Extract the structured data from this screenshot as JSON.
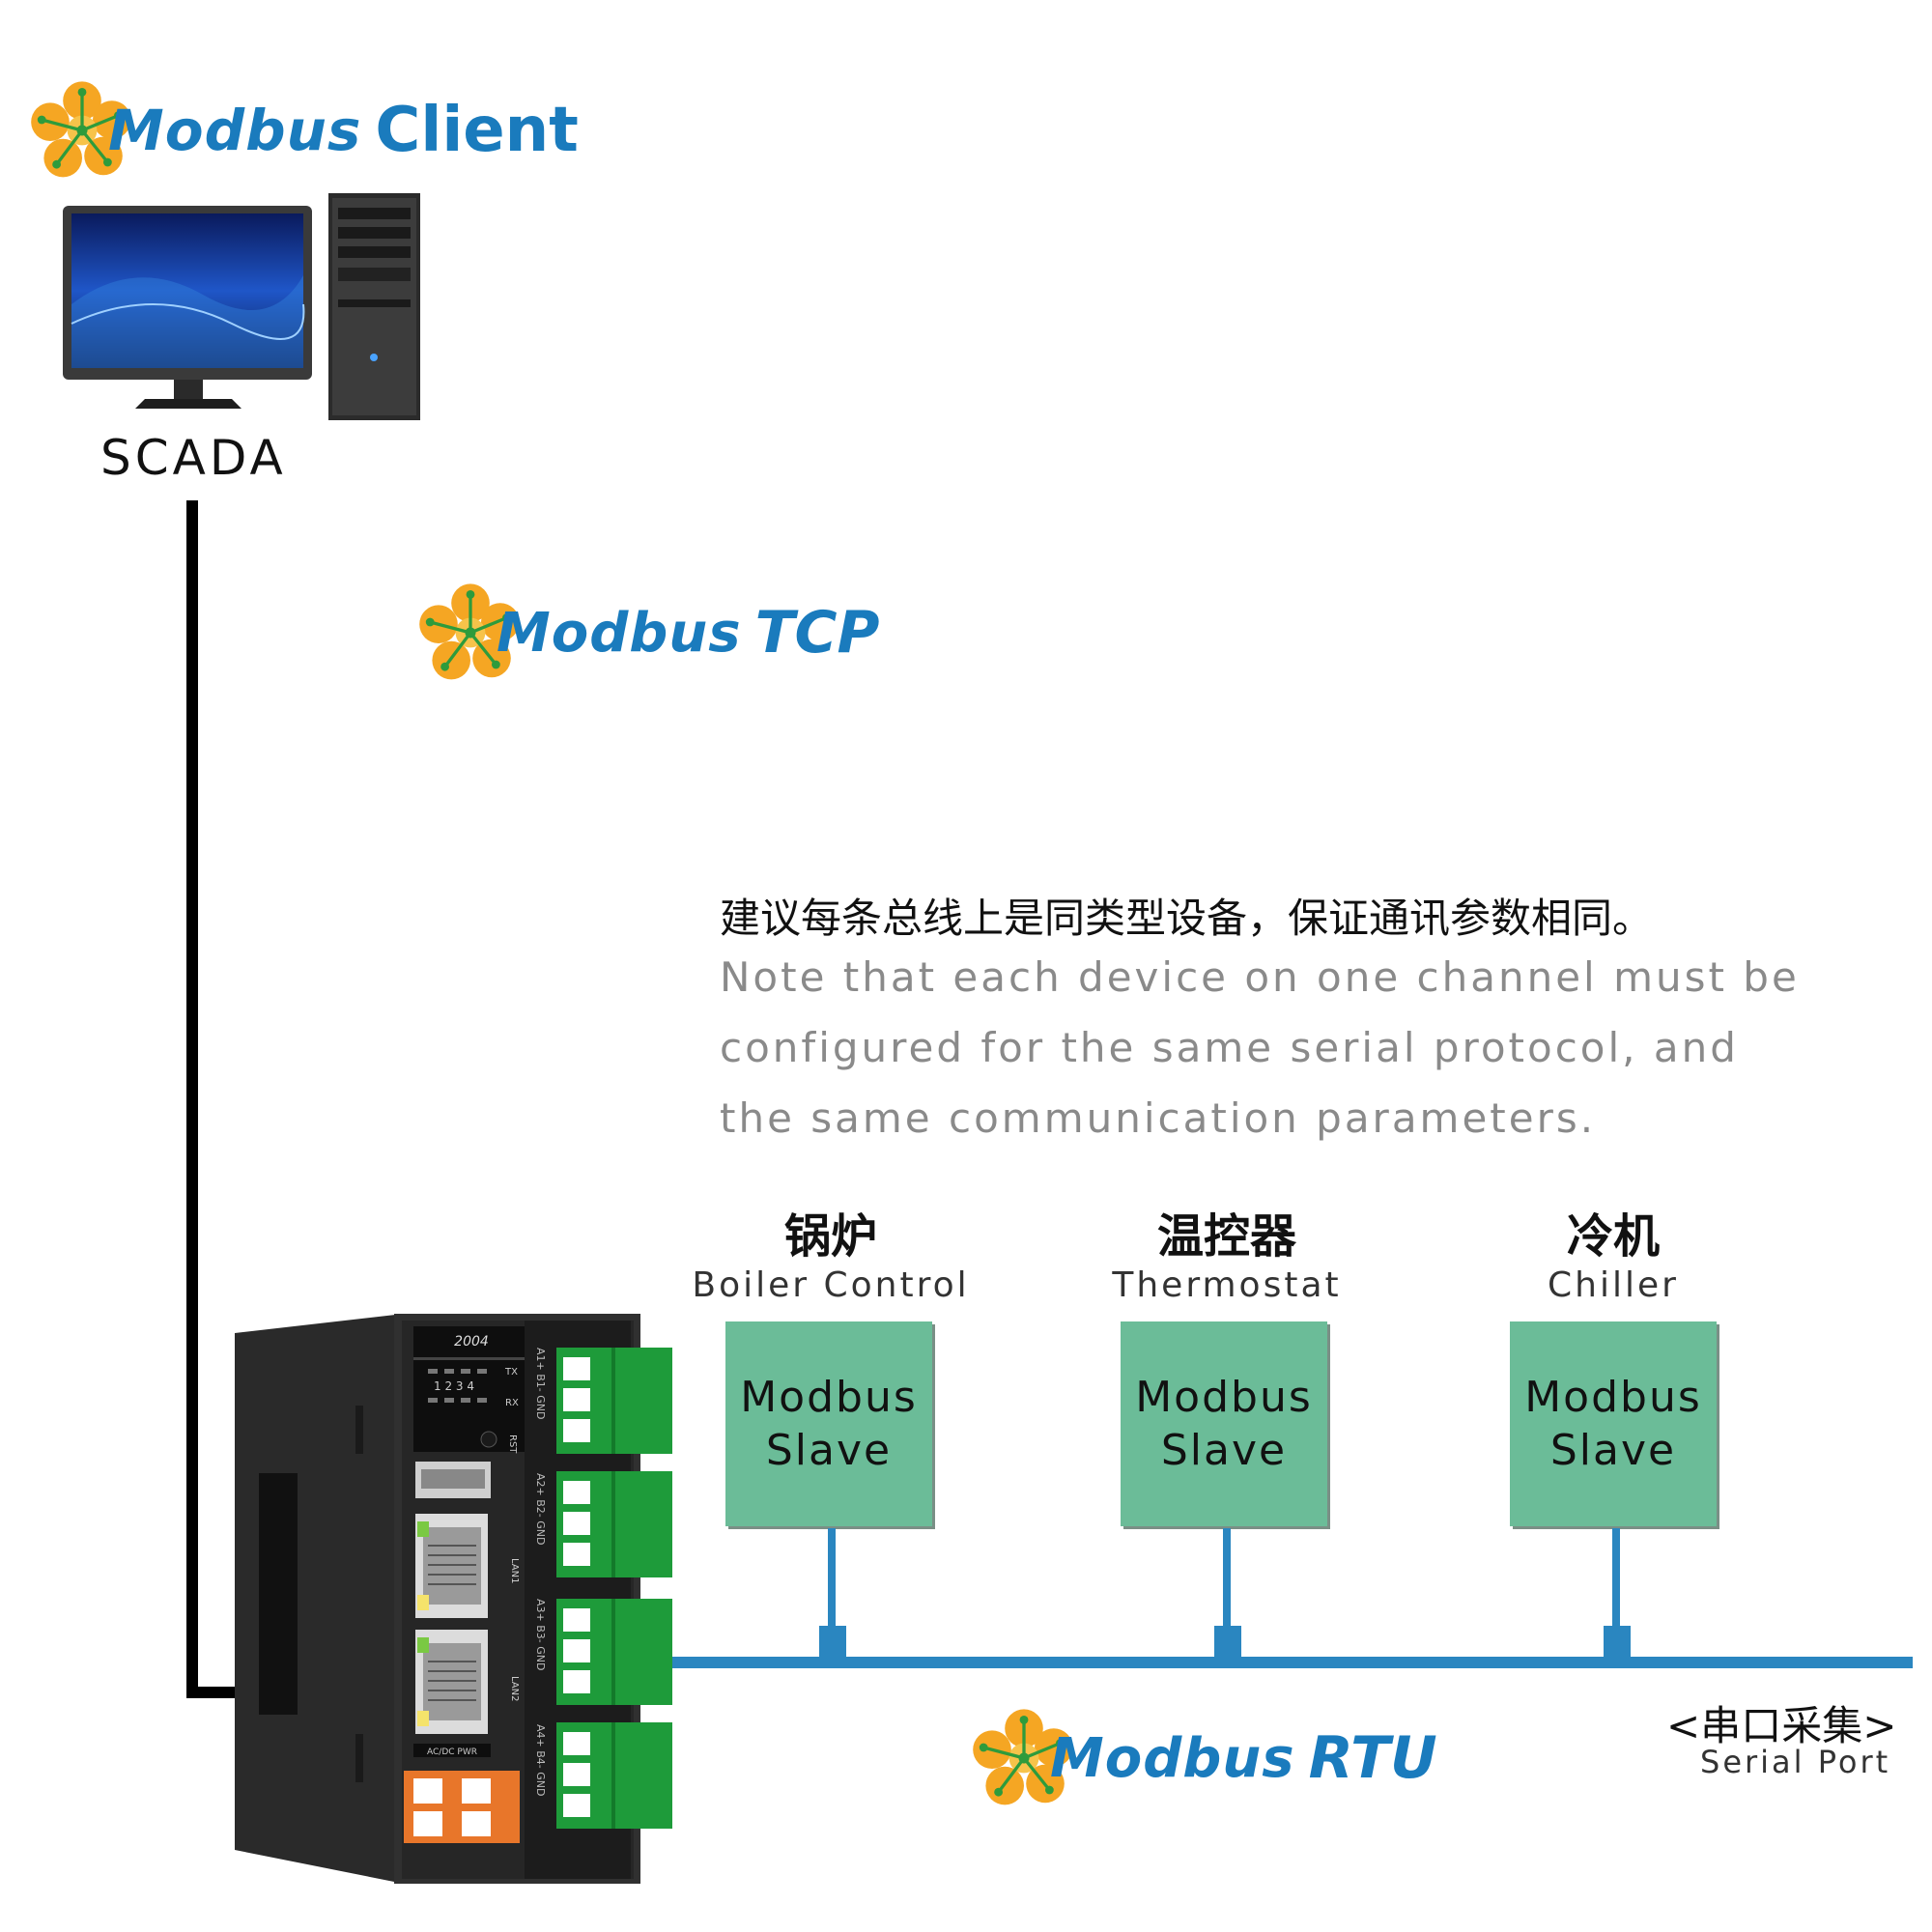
{
  "client_logo": {
    "word": "Modbus",
    "suffix": "Client"
  },
  "scada": {
    "label": "SCADA"
  },
  "tcp_logo": {
    "word": "Modbus",
    "suffix": "TCP"
  },
  "rtu_logo": {
    "word": "Modbus",
    "suffix": "RTU"
  },
  "note": {
    "cn": "建议每条总线上是同类型设备，保证通讯参数相同。",
    "en_lines": [
      "Note that each device on one channel must be",
      "configured for the same serial protocol, and",
      "the same communication parameters."
    ]
  },
  "devices": [
    {
      "cn": "锅炉",
      "en": "Boiler Control",
      "line1": "Modbus",
      "line2": "Slave"
    },
    {
      "cn": "温控器",
      "en": "Thermostat",
      "line1": "Modbus",
      "line2": "Slave"
    },
    {
      "cn": "冷机",
      "en": "Chiller",
      "line1": "Modbus",
      "line2": "Slave"
    }
  ],
  "serial_port": {
    "cn": "<串口采集>",
    "en": "Serial Port"
  },
  "gateway": {
    "model": "2004",
    "port_numbers": "1 2 3 4",
    "tx": "TX",
    "rx": "RX",
    "rst": "RST",
    "lan1": "LAN1",
    "lan2": "LAN2",
    "power": "AC/DC PWR",
    "terminals": [
      "A1+ B1- GND",
      "A2+ B2- GND",
      "A3+ B3- GND",
      "A4+ B4- GND"
    ]
  },
  "colors": {
    "brand_blue": "#1a7bbd",
    "bus_blue": "#2a86c0",
    "slave_green": "#6bbc98",
    "logo_orange": "#f5a623"
  }
}
